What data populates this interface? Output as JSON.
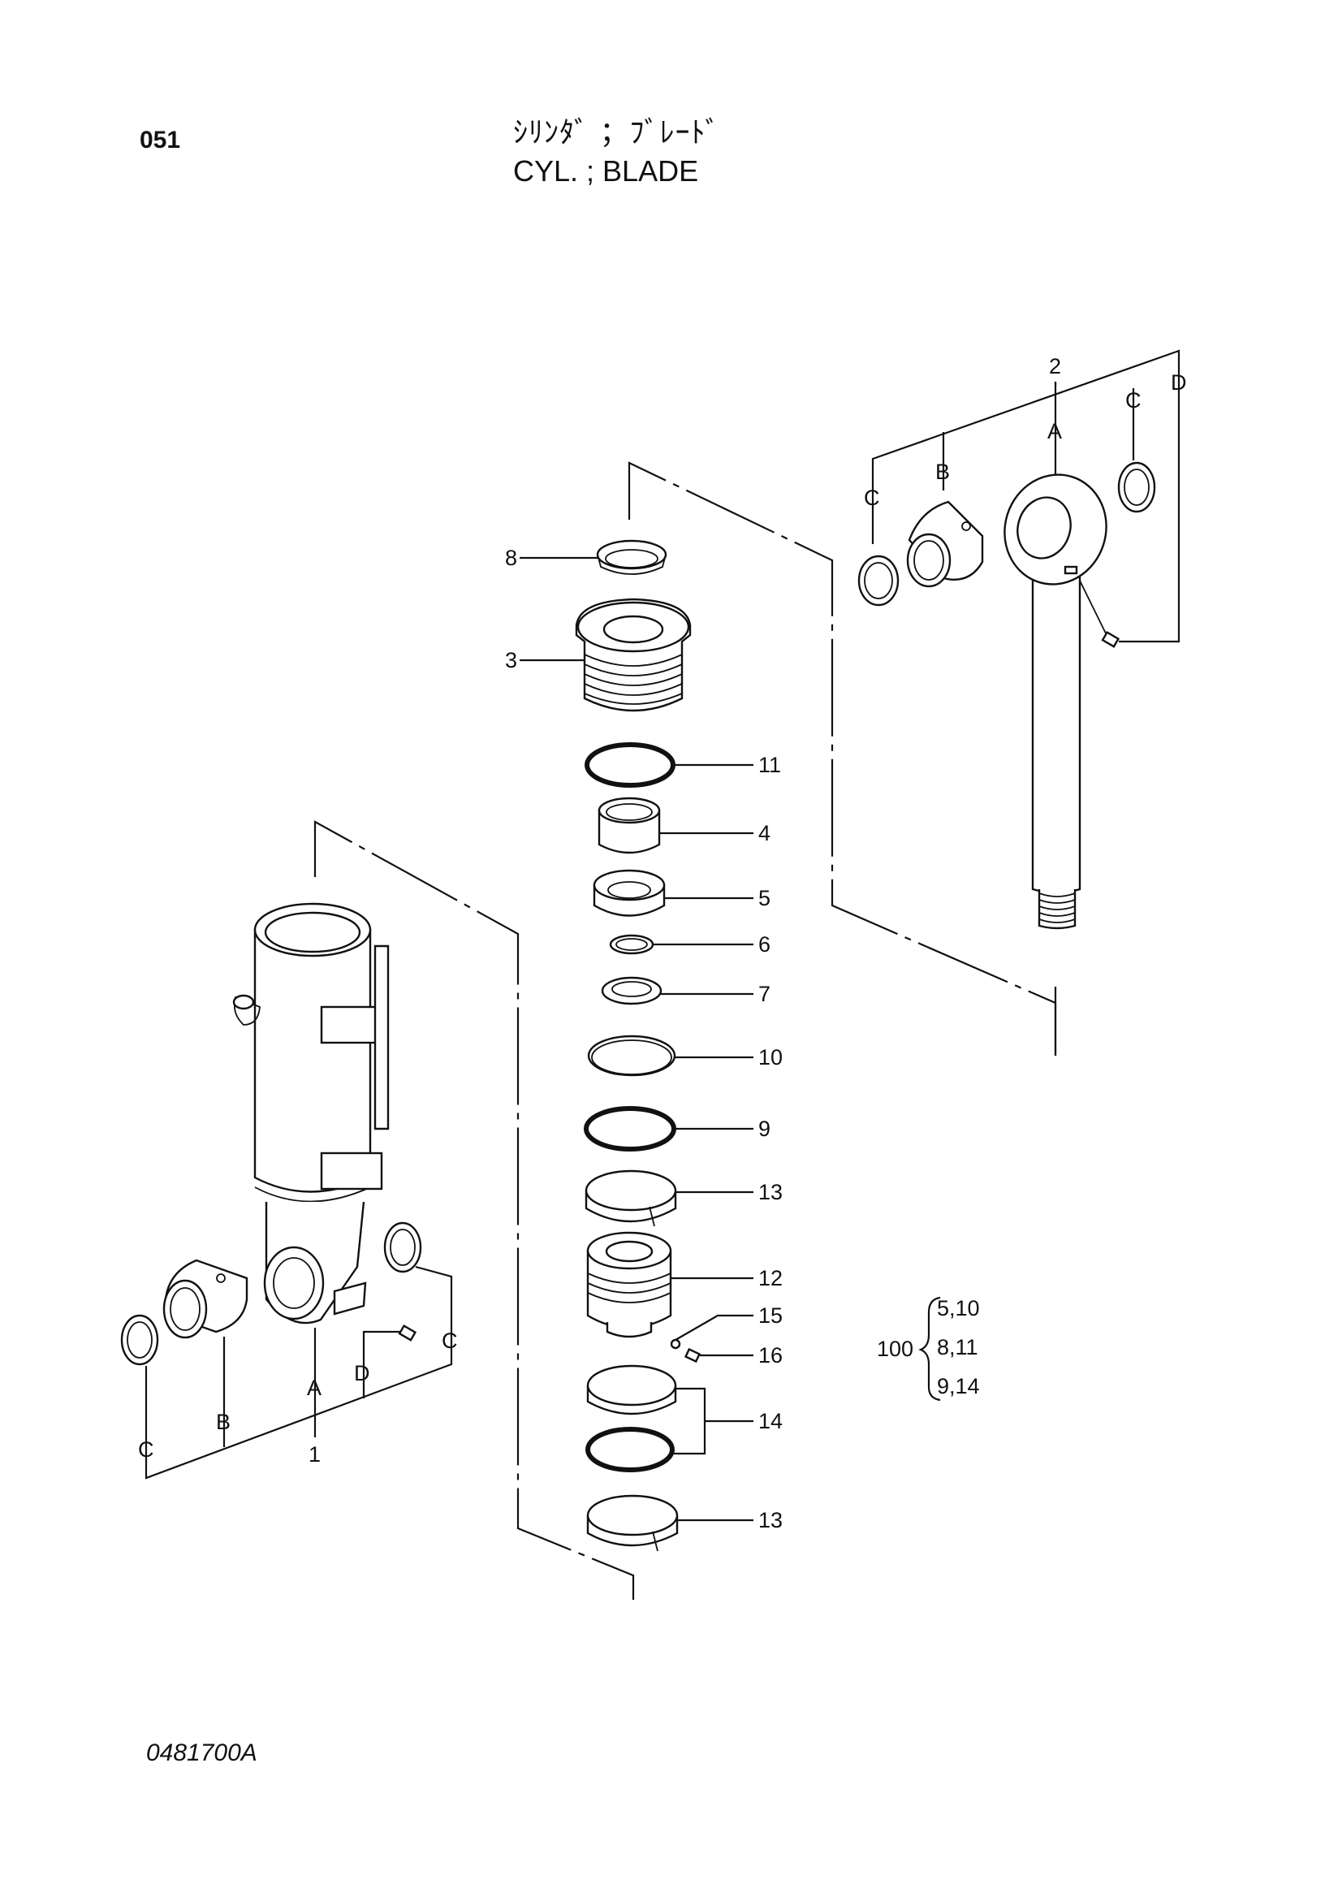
{
  "header": {
    "page_number": "051",
    "title_jp": "ｼﾘﾝﾀﾞ ；ﾌﾞﾚｰﾄﾞ",
    "title_en": "CYL. ; BLADE"
  },
  "footer": {
    "drawing_code": "0481700A"
  },
  "callouts": {
    "p1": "1",
    "p2": "2",
    "p3": "3",
    "p4": "4",
    "p5": "5",
    "p6": "6",
    "p7": "7",
    "p8": "8",
    "p9": "9",
    "p10": "10",
    "p11": "11",
    "p12": "12",
    "p13a": "13",
    "p13b": "13",
    "p14": "14",
    "p15": "15",
    "p16": "16"
  },
  "letters": {
    "left_A": "A",
    "left_B": "B",
    "left_C1": "C",
    "left_C2": "C",
    "left_D": "D",
    "right_A": "A",
    "right_B": "B",
    "right_C1": "C",
    "right_C2": "C",
    "right_D": "D"
  },
  "kit": {
    "number": "100",
    "rows": [
      "5,10",
      "8,11",
      "9,14"
    ]
  }
}
